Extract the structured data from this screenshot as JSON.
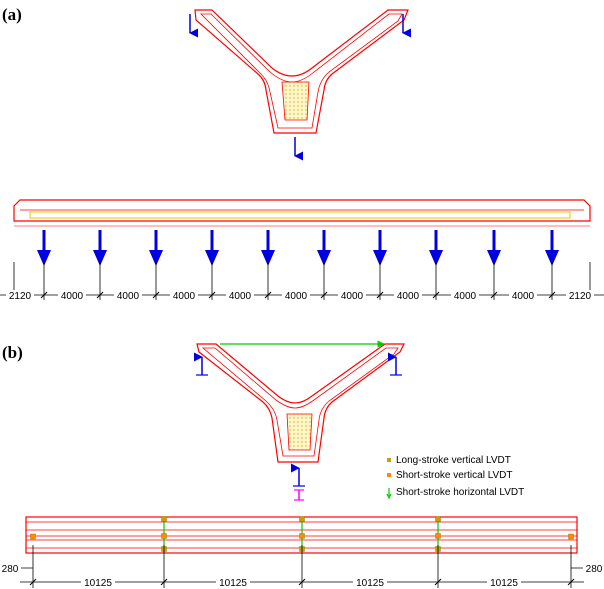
{
  "panel_a": {
    "label": "(a)",
    "dimensions": [
      "2120",
      "4000",
      "4000",
      "4000",
      "4000",
      "4000",
      "4000",
      "4000",
      "4000",
      "4000",
      "2120"
    ]
  },
  "panel_b": {
    "label": "(b)",
    "dimensions": [
      "280",
      "10125",
      "10125",
      "10125",
      "10125",
      "280"
    ],
    "legend": [
      {
        "label": "Long-stroke vertical LVDT",
        "color": "#c8a000"
      },
      {
        "label": "Short-stroke vertical LVDT",
        "color": "#ff8c00"
      },
      {
        "label": "Short-stroke horizontal LVDT",
        "color": "#00cc00"
      }
    ]
  },
  "colors": {
    "outline": "#ff0000",
    "load_arrow": "#0000e0",
    "dimension": "#000000",
    "horizontal_lvdt": "#00cc00",
    "support_jack": "#ff00ff",
    "fill_core": "#f5e08c",
    "strand": "#e6c800"
  }
}
